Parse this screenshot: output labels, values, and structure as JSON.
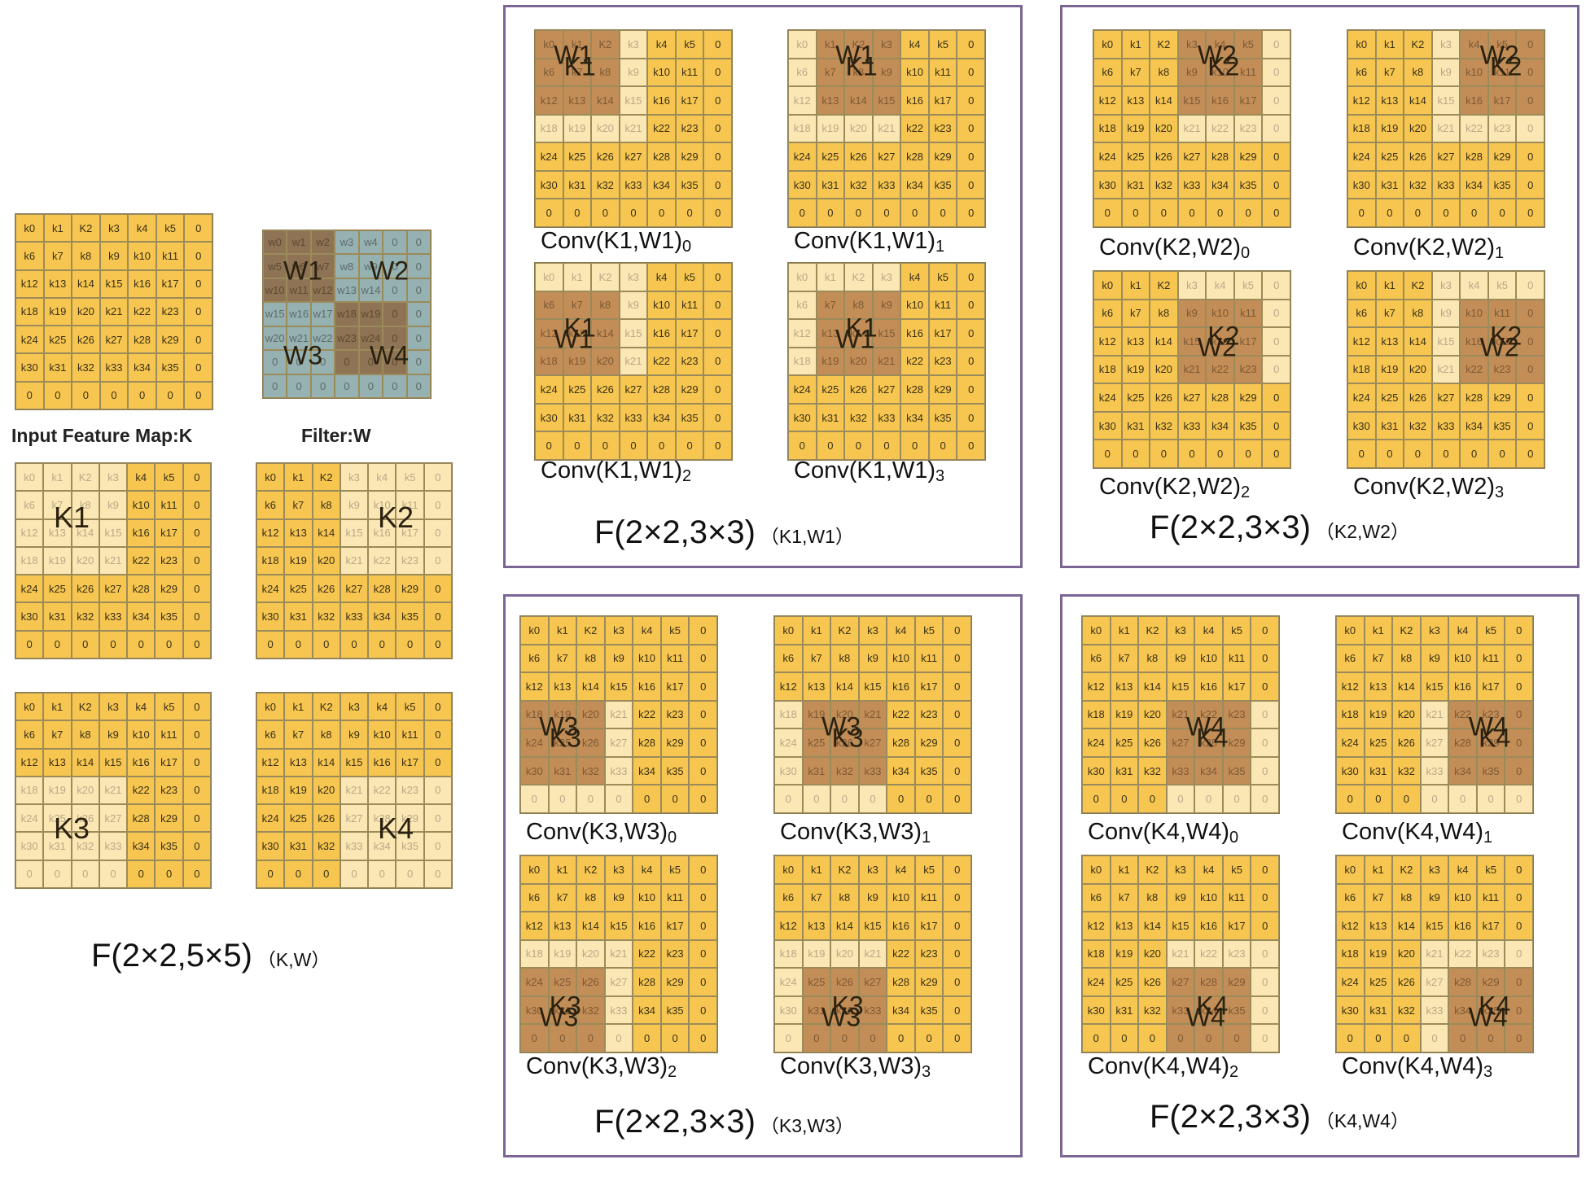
{
  "input_label": "Input Feature Map:K",
  "filter_label": "Filter:W",
  "input_cells": [
    "k0",
    "k1",
    "K2",
    "k3",
    "k4",
    "k5",
    "0",
    "k6",
    "k7",
    "k8",
    "k9",
    "k10",
    "k11",
    "0",
    "k12",
    "k13",
    "k14",
    "k15",
    "k16",
    "k17",
    "0",
    "k18",
    "k19",
    "k20",
    "k21",
    "k22",
    "k23",
    "0",
    "k24",
    "k25",
    "k26",
    "k27",
    "k28",
    "k29",
    "0",
    "k30",
    "k31",
    "k32",
    "k33",
    "k34",
    "k35",
    "0",
    "0",
    "0",
    "0",
    "0",
    "0",
    "0",
    "0"
  ],
  "filter_cells": [
    "w0",
    "w1",
    "w2",
    "w3",
    "w4",
    "0",
    "0",
    "w5",
    "w6",
    "w7",
    "w8",
    "w9",
    "0",
    "0",
    "w10",
    "w11",
    "w12",
    "w13",
    "w14",
    "0",
    "0",
    "w15",
    "w16",
    "w17",
    "w18",
    "w19",
    "0",
    "0",
    "w20",
    "w21",
    "w22",
    "w23",
    "w24",
    "0",
    "0",
    "0",
    "0",
    "0",
    "0",
    "0",
    "0",
    "0",
    "0",
    "0",
    "0",
    "0",
    "0",
    "0",
    "0"
  ],
  "filter_blocks": [
    "W1",
    "W2",
    "W3",
    "W4"
  ],
  "kernel_blocks": [
    "K1",
    "K2",
    "K3",
    "K4"
  ],
  "left_title": "F(2×2,5×5)",
  "left_title_sub": "（K,W）",
  "panels": [
    {
      "title": "F(2×2,3×3)",
      "title_sub": "（K1,W1）",
      "captions": [
        {
          "main": "Conv(K1,W1)",
          "sub": "0"
        },
        {
          "main": "Conv(K1,W1)",
          "sub": "1"
        },
        {
          "main": "Conv(K1,W1)",
          "sub": "2"
        },
        {
          "main": "Conv(K1,W1)",
          "sub": "3"
        }
      ]
    },
    {
      "title": "F(2×2,3×3)",
      "title_sub": "（K2,W2）",
      "captions": [
        {
          "main": "Conv(K2,W2)",
          "sub": "0"
        },
        {
          "main": "Conv(K2,W2)",
          "sub": "1"
        },
        {
          "main": "Conv(K2,W2)",
          "sub": "2"
        },
        {
          "main": "Conv(K2,W2)",
          "sub": "3"
        }
      ]
    },
    {
      "title": "F(2×2,3×3)",
      "title_sub": "（K3,W3）",
      "captions": [
        {
          "main": "Conv(K3,W3)",
          "sub": "0"
        },
        {
          "main": "Conv(K3,W3)",
          "sub": "1"
        },
        {
          "main": "Conv(K3,W3)",
          "sub": "2"
        },
        {
          "main": "Conv(K3,W3)",
          "sub": "3"
        }
      ]
    },
    {
      "title": "F(2×2,3×3)",
      "title_sub": "（K4,W4）",
      "captions": [
        {
          "main": "Conv(K4,W4)",
          "sub": "0"
        },
        {
          "main": "Conv(K4,W4)",
          "sub": "1"
        },
        {
          "main": "Conv(K4,W4)",
          "sub": "2"
        },
        {
          "main": "Conv(K4,W4)",
          "sub": "3"
        }
      ]
    }
  ],
  "colors": {
    "active_cell": "#f6c650",
    "faded_cell": "#fbe7b4",
    "window_cell": "#c38d57",
    "filter_gray": "#95b1b1",
    "filter_brown": "#8e7355",
    "panel_border": "#7a6595"
  }
}
